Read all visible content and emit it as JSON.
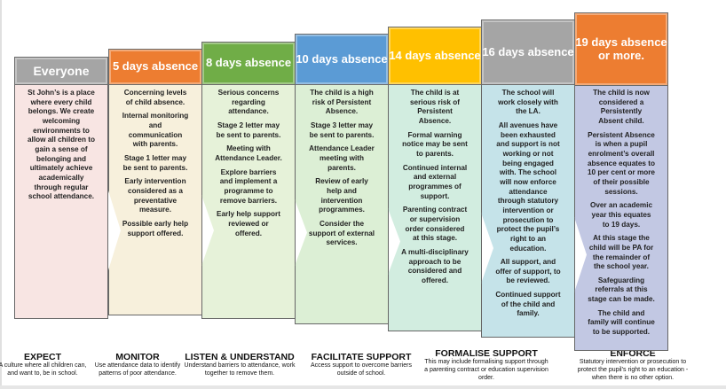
{
  "stages": [
    {
      "title": "Everyone",
      "color": "#a5a5a5",
      "bg": "#f8e5e3",
      "text": [
        "St John’s is a place where every child belongs.  We create welcoming environments to allow all children to gain a sense of belonging and ultimately achieve academically through regular school attendance."
      ]
    },
    {
      "title": "5 days absence",
      "color": "#ed7d31",
      "bg": "#f7f0dc",
      "text": [
        "Concerning levels of child absence.",
        "Internal monitoring and communication with parents.",
        "Stage 1 letter may be sent to parents.",
        "Early intervention considered as a preventative measure.",
        "Possible early help support offered."
      ]
    },
    {
      "title": "8 days absence",
      "color": "#70ad47",
      "bg": "#e6f2d9",
      "text": [
        "Serious concerns regarding attendance.",
        "Stage 2 letter may be sent to parents.",
        "Meeting with Attendance Leader.",
        "Explore barriers and implement a programme to remove barriers.",
        "Early help support reviewed or offered."
      ]
    },
    {
      "title": "10 days absence",
      "color": "#5b9bd5",
      "bg": "#dcefd5",
      "text": [
        "The child is a high risk of Persistent Absence.",
        "Stage 3 letter may be sent to parents.",
        "Attendance Leader meeting with parents.",
        "Review of early help and intervention programmes.",
        "Consider the support of external services."
      ]
    },
    {
      "title": "14 days absence",
      "color": "#ffc000",
      "bg": "#d2ede0",
      "text": [
        "The child is at serious risk of Persistent Absence.",
        "Formal warning notice may be sent to parents.",
        "Continued internal and external programmes of support.",
        "Parenting contract or supervision order considered at this stage.",
        "A multi-disciplinary approach to be considered and offered."
      ]
    },
    {
      "title": "16 days absence",
      "color": "#a5a5a5",
      "bg": "#c5e3e9",
      "text": [
        "The school will work closely with the LA.",
        "All avenues have been exhausted and support is not working or not being engaged with.  The school will now  enforce attendance through statutory intervention or prosecution to protect the pupil’s right to an education.",
        "All support, and offer of support, to be reviewed.",
        "Continued support of the child and family."
      ]
    },
    {
      "title": "19 days absence or more.",
      "color": "#ed7d31",
      "bg": "#c2c8e3",
      "text": [
        "The child is now considered a Persistently Absent child.",
        "Persistent Absence is when a pupil enrolment’s overall absence equates to 10 per cent or more of their possible sessions.",
        "Over an academic year this equates to 19 days.",
        "At this stage the child will be PA for the remainder of the school year.",
        "Safeguarding referrals at this stage can be made.",
        "The child and family will continue to be supported."
      ]
    }
  ],
  "captions": [
    {
      "title": "EXPECT",
      "desc": "A culture where all children can, and want to, be in school."
    },
    {
      "title": "MONITOR",
      "desc": "Use attendance data to identify patterns of poor attendance."
    },
    {
      "title": "LISTEN & UNDERSTAND",
      "desc": "Understand barriers to attendance, work together to remove them."
    },
    {
      "title": "FACILITATE SUPPORT",
      "desc": "Access support to overcome barriers outside of school."
    },
    {
      "title": "FORMALISE SUPPORT",
      "desc": "This may include formalising support through a parenting contract or education supervision order."
    },
    {
      "title": "ENFORCE",
      "desc": "Statutory intervention or prosecution to protect the pupil’s right to an education - when there is no other option."
    }
  ]
}
